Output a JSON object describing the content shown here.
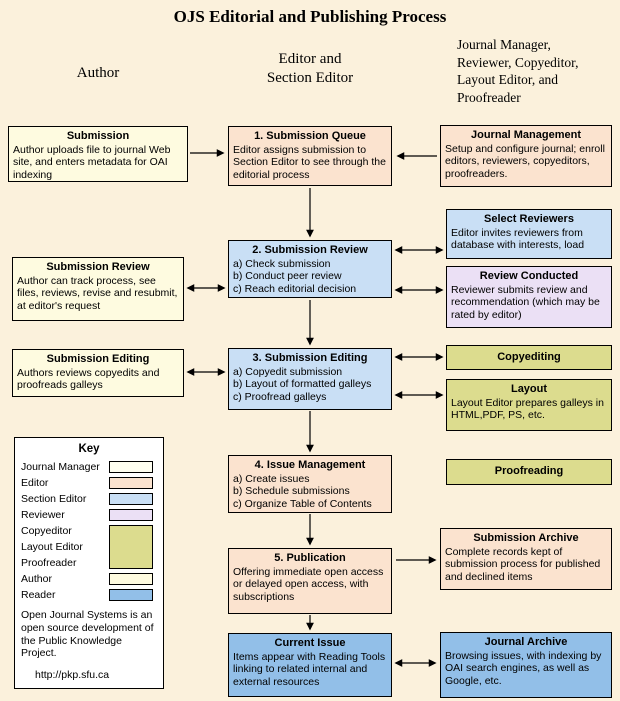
{
  "title": "OJS Editorial and Publishing Process",
  "column_headers": {
    "author": "Author",
    "editor": "Editor and\nSection Editor",
    "staff": "Journal Manager,\nReviewer, Copyeditor,\nLayout Editor, and\nProofreader"
  },
  "author_column": {
    "boxes": [
      {
        "title": "Submission",
        "body": "Author uploads file to journal Web site, and enters metadata for OAI indexing"
      },
      {
        "title": "Submission Review",
        "body": "Author can track process, see files, reviews, revise and resubmit, at editor's request"
      },
      {
        "title": "Submission Editing",
        "body": "Authors reviews copyedits and proofreads galleys"
      }
    ]
  },
  "editor_column": {
    "boxes": [
      {
        "title": "1. Submission Queue",
        "body": "Editor assigns submission to Section Editor to see through the editorial process"
      },
      {
        "title": "2. Submission Review",
        "body": "a) Check submission\nb) Conduct peer review\nc) Reach editorial decision"
      },
      {
        "title": "3. Submission Editing",
        "body": "a) Copyedit submission\nb) Layout of formatted galleys\nc) Proofread galleys"
      },
      {
        "title": "4. Issue Management",
        "body": "a) Create issues\nb) Schedule submissions\nc) Organize Table of Contents"
      },
      {
        "title": "5. Publication",
        "body": "Offering immediate open access or delayed open access, with subscriptions"
      },
      {
        "title": "Current Issue",
        "body": "Items appear with Reading Tools linking to related internal and external resources"
      }
    ]
  },
  "staff_column": {
    "boxes": [
      {
        "title": "Journal Management",
        "body": "Setup and configure journal; enroll editors, reviewers, copyeditors, proofreaders."
      },
      {
        "title": "Select Reviewers",
        "body": "Editor invites reviewers from database with interests, load"
      },
      {
        "title": "Review Conducted",
        "body": "Reviewer submits review and recommendation (which may be rated by editor)"
      },
      {
        "title": "Copyediting"
      },
      {
        "title": "Layout",
        "body": "Layout Editor prepares galleys in HTML,PDF, PS, etc."
      },
      {
        "title": "Proofreading"
      },
      {
        "title": "Submission Archive",
        "body": "Complete records kept of submission process for published and declined items"
      },
      {
        "title": "Journal Archive",
        "body": "Browsing issues, with indexing by OAI search engines, as well as Google, etc."
      }
    ]
  },
  "key": {
    "title": "Key",
    "entries": [
      {
        "label": "Journal Manager",
        "color": "#FEFEF0"
      },
      {
        "label": "Editor",
        "color": "#FBE3CF"
      },
      {
        "label": "Section Editor",
        "color": "#C9DFF5"
      },
      {
        "label": "Reviewer",
        "color": "#EBE0F5"
      },
      {
        "label": "Copyeditor",
        "color": "#DCDC8E"
      },
      {
        "label": "Layout Editor",
        "color": "#DCDC8E"
      },
      {
        "label": "Proofreader",
        "color": "#DCDC8E"
      },
      {
        "label": "Author",
        "color": "#FEFBE0"
      },
      {
        "label": "Reader",
        "color": "#92BFE8"
      }
    ],
    "note": "Open Journal Systems is an open source development of the Public Knowledge Project.",
    "url": "http://pkp.sfu.ca"
  },
  "colors": {
    "page_bg": "#FBF1DC",
    "peach": "#FBE3CF",
    "light_blue": "#C9DFF5",
    "lavender": "#EBE0F5",
    "olive": "#DCDC8E",
    "bright_blue": "#92BFE8",
    "author_cream": "#FEFBE0",
    "key_bg": "#FFFFFF",
    "arrow": "#000000"
  }
}
